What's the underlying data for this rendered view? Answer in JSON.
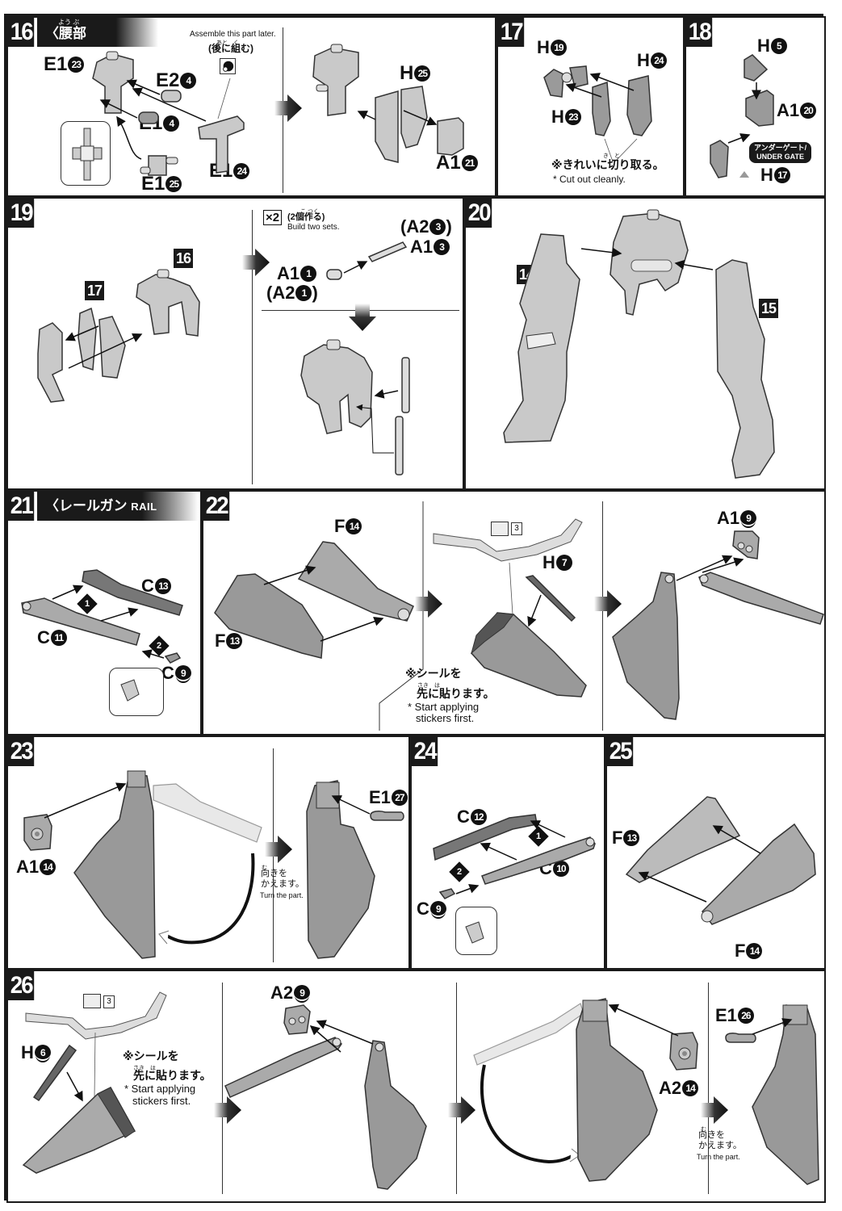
{
  "manual": {
    "theme_colors": {
      "ink": "#1a1a1a",
      "part_fill": "#c9c9c9",
      "part_dark": "#8a8a8a",
      "paper": "#ffffff"
    },
    "steps": {
      "s16": {
        "number": "16",
        "title_jp": "〈腰部",
        "title_ruby": "よう ぶ",
        "title_en": "WAIST〉",
        "later_note_en": "Assemble this part later.",
        "later_note_ruby": "あと　く",
        "later_note_jp": "(後に組む)",
        "parts": [
          {
            "runner": "E1",
            "num": "23"
          },
          {
            "runner": "E2",
            "num": "4"
          },
          {
            "runner": "E1",
            "num": "4"
          },
          {
            "runner": "E1",
            "num": "24"
          },
          {
            "runner": "E1",
            "num": "25"
          },
          {
            "runner": "H",
            "num": "25"
          },
          {
            "runner": "A1",
            "num": "21"
          }
        ]
      },
      "s17": {
        "number": "17",
        "parts": [
          {
            "runner": "H",
            "num": "19"
          },
          {
            "runner": "H",
            "num": "24"
          },
          {
            "runner": "H",
            "num": "23"
          }
        ],
        "note_ruby": "き　と",
        "note_jp": "※きれいに切り取る。",
        "note_en": "* Cut out cleanly."
      },
      "s18": {
        "number": "18",
        "parts": [
          {
            "runner": "H",
            "num": "5"
          },
          {
            "runner": "A1",
            "num": "20"
          },
          {
            "runner": "H",
            "num": "17"
          }
        ],
        "under_gate_jp": "アンダーゲート/",
        "under_gate_en": "UNDER GATE"
      },
      "s19": {
        "number": "19",
        "refs": [
          "16",
          "17"
        ],
        "multiplier": "×2",
        "build_ruby": "こ つく",
        "build_jp": "(2個作る)",
        "build_en": "Build two sets.",
        "parts": [
          {
            "runner": "(A2",
            "num": "3",
            "suffix": ")"
          },
          {
            "runner": "A1",
            "num": "3"
          },
          {
            "runner": "A1",
            "num": "1"
          },
          {
            "runner": "(A2",
            "num": "1",
            "suffix": ")"
          }
        ]
      },
      "s20": {
        "number": "20",
        "refs": [
          "14",
          "15"
        ]
      },
      "s21": {
        "number": "21",
        "title_jp": "〈レールガン",
        "title_en": "RAIL GUN〉",
        "order": [
          "1",
          "2"
        ],
        "parts": [
          {
            "runner": "C",
            "num": "13"
          },
          {
            "runner": "C",
            "num": "11"
          },
          {
            "runner": "C",
            "num": "9"
          }
        ]
      },
      "s22": {
        "number": "22",
        "parts": [
          {
            "runner": "F",
            "num": "14"
          },
          {
            "runner": "F",
            "num": "13"
          },
          {
            "runner": "H",
            "num": "7"
          },
          {
            "runner": "A1",
            "num": "9"
          }
        ],
        "sticker_num": "3",
        "note_jp_1": "※シールを",
        "note_ruby": "さき　は",
        "note_jp_2": "先に貼ります。",
        "note_en_1": "* Start applying",
        "note_en_2": "stickers first."
      },
      "s23": {
        "number": "23",
        "parts": [
          {
            "runner": "A1",
            "num": "14"
          },
          {
            "runner": "E1",
            "num": "27"
          }
        ],
        "turn_ruby": "む",
        "turn_jp_1": "向きを",
        "turn_jp_2": "かえます。",
        "turn_en": "Turn the part."
      },
      "s24": {
        "number": "24",
        "order": [
          "1",
          "2"
        ],
        "parts": [
          {
            "runner": "C",
            "num": "12"
          },
          {
            "runner": "C",
            "num": "10"
          },
          {
            "runner": "C",
            "num": "9"
          }
        ]
      },
      "s25": {
        "number": "25",
        "parts": [
          {
            "runner": "F",
            "num": "13"
          },
          {
            "runner": "F",
            "num": "14"
          }
        ]
      },
      "s26": {
        "number": "26",
        "parts": [
          {
            "runner": "H",
            "num": "6"
          },
          {
            "runner": "A2",
            "num": "9"
          },
          {
            "runner": "A2",
            "num": "14"
          },
          {
            "runner": "E1",
            "num": "26"
          }
        ],
        "sticker_num": "3",
        "note_jp_1": "※シールを",
        "note_ruby": "さき　は",
        "note_jp_2": "先に貼ります。",
        "note_en_1": "* Start applying",
        "note_en_2": "stickers first.",
        "turn_ruby": "む",
        "turn_jp_1": "向きを",
        "turn_jp_2": "かえます。",
        "turn_en": "Turn the part."
      }
    }
  }
}
